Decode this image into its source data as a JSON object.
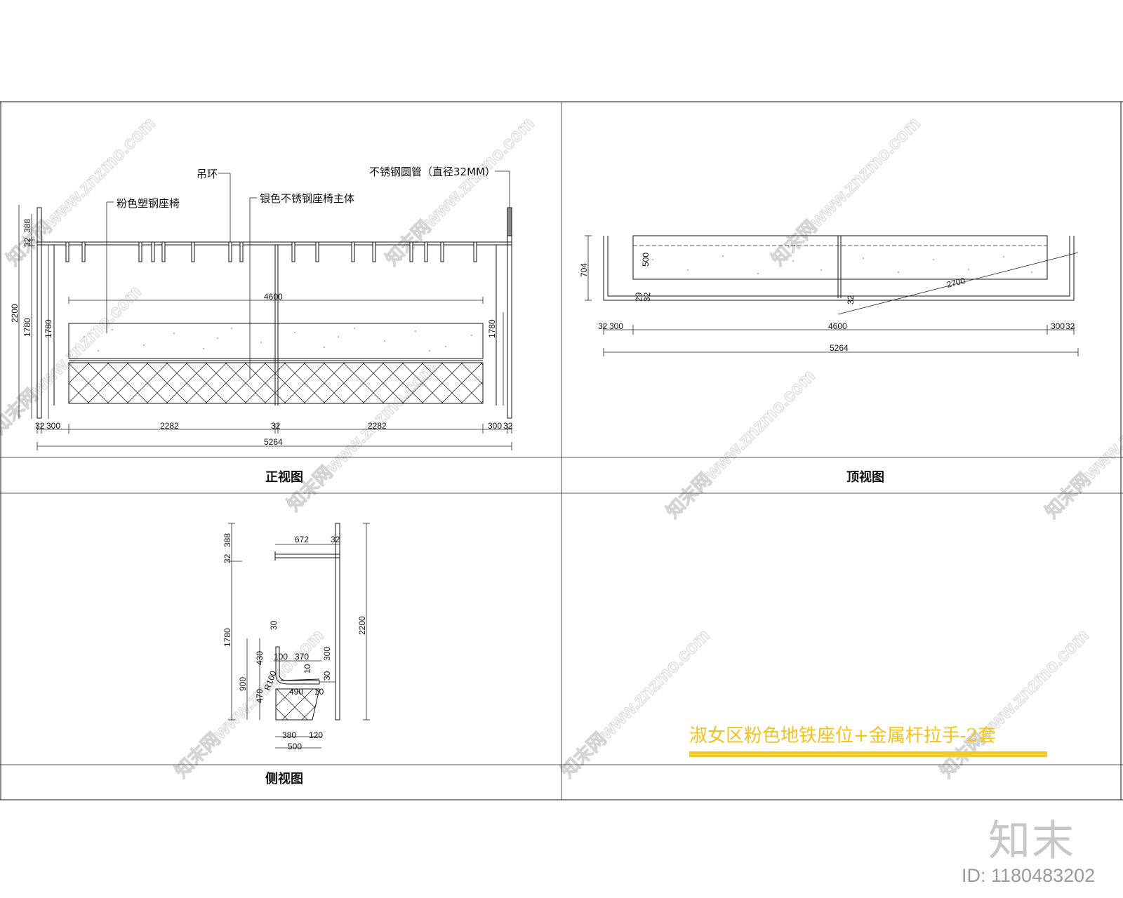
{
  "views": {
    "front": {
      "title": "正视图",
      "labels": {
        "ring": "吊环",
        "pipe": "不锈钢圆管（直径32MM）",
        "pink_seat": "粉色塑钢座椅",
        "silver_body": "银色不锈钢座椅主体"
      },
      "dims": {
        "left_388": "388",
        "left_32": "32",
        "left_2200": "2200",
        "left_1780": "1780",
        "inner_1780_left": "1780",
        "inner_1780_right": "1780",
        "span_4600": "4600",
        "b_32_left": "32",
        "b_300_left": "300",
        "b_2282_a": "2282",
        "b_32_mid": "32",
        "b_2282_b": "2282",
        "b_300_right": "300",
        "b_32_right": "32",
        "total_5264": "5264"
      }
    },
    "top": {
      "title": "顶视图",
      "dims": {
        "d704": "704",
        "d500": "500",
        "d29": "29",
        "d32a": "32",
        "d32b": "32",
        "d2700": "2700",
        "b_32_left": "32",
        "b_300_left": "300",
        "b_4600": "4600",
        "b_300_right": "300",
        "b_32_right": "32",
        "total_5264": "5264"
      }
    },
    "side": {
      "title": "侧视图",
      "dims": {
        "d388": "388",
        "d32": "32",
        "d672": "672",
        "d32top": "32",
        "d2200": "2200",
        "d1780": "1780",
        "d900": "900",
        "d430": "430",
        "d470": "470",
        "d30": "30",
        "d100": "100",
        "d370": "370",
        "d300": "300",
        "d10": "10",
        "d30b": "30",
        "dR100": "R100",
        "d490": "490",
        "d10b": "10",
        "d380": "380",
        "d120": "120",
        "d500": "500"
      }
    }
  },
  "cad_title": "淑女区粉色地铁座位+金属杆拉手-2套",
  "watermark": {
    "text": "知末网www.znzmo.com",
    "color": "#d4d4d4"
  },
  "brand": {
    "logo_text": "知末",
    "id_label": "ID: 1180483202"
  },
  "colors": {
    "line": "#111111",
    "title_yellow": "#f3c21d"
  }
}
